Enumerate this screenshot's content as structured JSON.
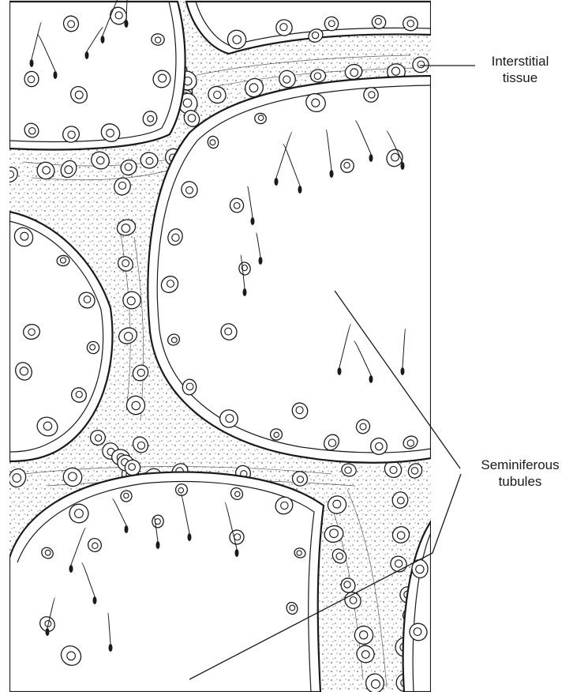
{
  "labels": {
    "interstitial": {
      "line1": "Interstitial",
      "line2": "tissue"
    },
    "seminiferous": {
      "line1": "Seminiferous",
      "line2": "tubules"
    }
  },
  "colors": {
    "ink": "#1a1a1a",
    "paper": "#ffffff"
  },
  "structures": [
    "seminiferous-tubule",
    "interstitial-tissue",
    "spermatogenic-cell",
    "spermatozoon"
  ]
}
